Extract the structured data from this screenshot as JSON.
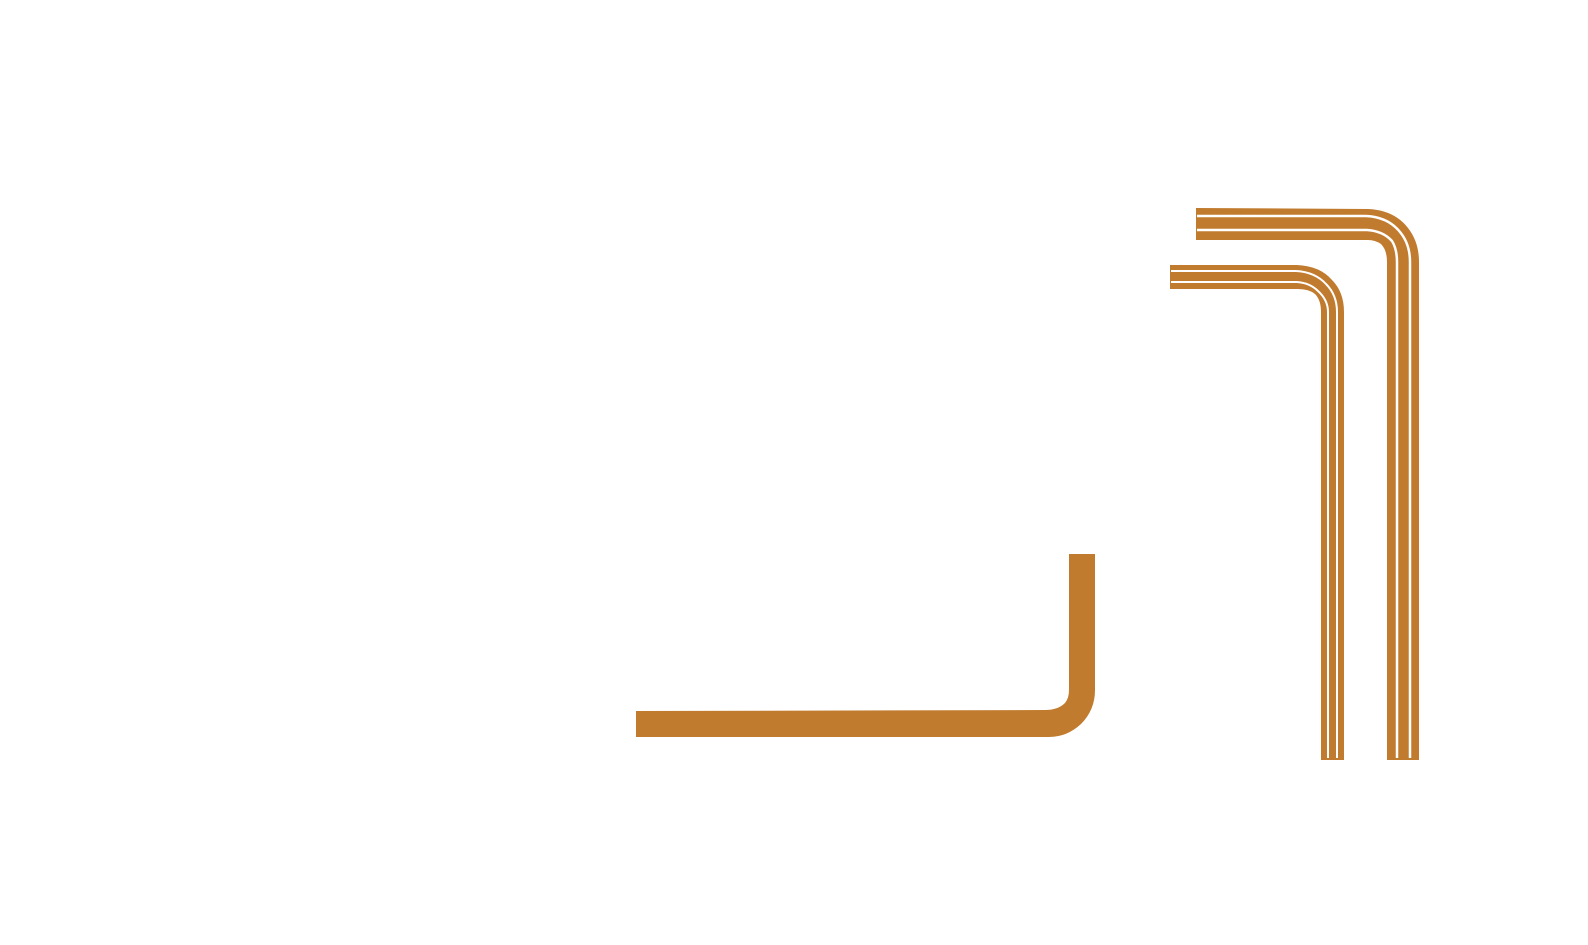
{
  "colors": {
    "background": "#ffffff",
    "key_fill": "#c17b2e",
    "key_highlight": "#ffffff"
  },
  "objects": [
    {
      "id": "single-hex-key",
      "icon": "hex-key-icon",
      "style": "solid"
    },
    {
      "id": "hex-key-large",
      "icon": "hex-key-icon",
      "style": "outlined"
    },
    {
      "id": "hex-key-small",
      "icon": "hex-key-icon",
      "style": "outlined"
    }
  ]
}
